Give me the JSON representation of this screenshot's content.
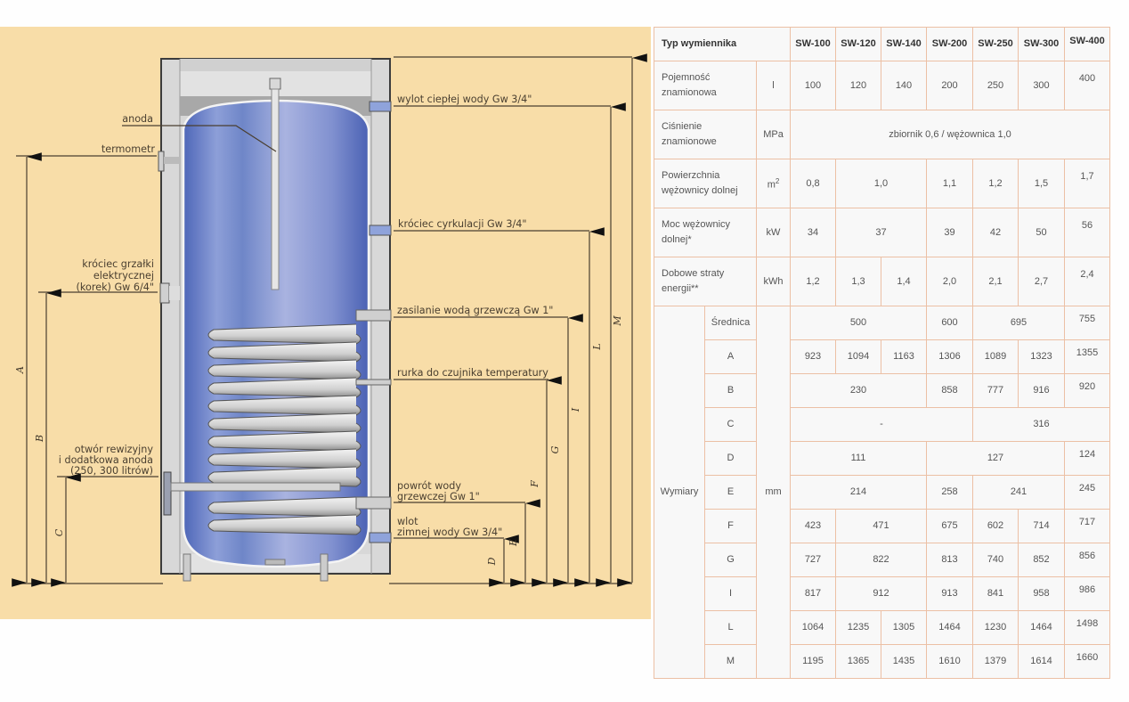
{
  "diagram": {
    "labels": {
      "anoda": "anoda",
      "termometr": "termometr",
      "grzalka_1": "króciec grzałki",
      "grzalka_2": "elektrycznej",
      "grzalka_3": "(korek) Gw 6/4\"",
      "rewizja_1": "otwór rewizyjny",
      "rewizja_2": "i dodatkowa anoda",
      "rewizja_3": "(250, 300 litrów)",
      "wylot": "wylot ciepłej wody Gw 3/4\"",
      "cyrkulacja": "króciec cyrkulacji Gw 3/4\"",
      "zasilanie": "zasilanie wodą grzewczą Gw 1\"",
      "rurka": "rurka do czujnika temperatury",
      "powrot_1": "powrót wody",
      "powrot_2": "grzewczej Gw 1\"",
      "wlot_1": "wlot",
      "wlot_2": "zimnej wody Gw 3/4\""
    },
    "dimensions": {
      "A": "A",
      "B": "B",
      "C": "C",
      "D": "D",
      "E": "E",
      "F": "F",
      "G": "G",
      "I": "I",
      "L": "L",
      "M": "M"
    },
    "colors": {
      "background": "#f8dda8",
      "tank": "#6f86c8",
      "casing": "#d6d6d6",
      "line": "#4a3f30"
    }
  },
  "table": {
    "header": {
      "type_label": "Typ wymiennika",
      "models": [
        "SW-100",
        "SW-120",
        "SW-140",
        "SW-200",
        "SW-250",
        "SW-300",
        "SW-400"
      ]
    },
    "rows": {
      "pojemnosc": {
        "label_1": "Pojemność",
        "label_2": "znamionowa",
        "unit": "l",
        "values": [
          "100",
          "120",
          "140",
          "200",
          "250",
          "300",
          "400"
        ]
      },
      "cisnienie": {
        "label_1": "Ciśnienie",
        "label_2": "znamionowe",
        "unit": "MPa",
        "value": "zbiornik 0,6 / wężownica 1,0"
      },
      "powierzchnia": {
        "label_1": "Powierzchnia",
        "label_2": "wężownicy dolnej",
        "unit_base": "m",
        "unit_sup": "2",
        "values": [
          "0,8",
          "1,0",
          "1,1",
          "1,2",
          "1,5",
          "1,7"
        ]
      },
      "moc": {
        "label_1": "Moc wężownicy",
        "label_2": "dolnej*",
        "unit": "kW",
        "values": [
          "34",
          "37",
          "39",
          "42",
          "50",
          "56"
        ]
      },
      "straty": {
        "label_1": "Dobowe straty",
        "label_2": "energii**",
        "unit": "kWh",
        "values": [
          "1,2",
          "1,3",
          "1,4",
          "2,0",
          "2,1",
          "2,7",
          "2,4"
        ]
      }
    },
    "wymiary": {
      "group_label": "Wymiary",
      "unit": "mm",
      "srednica": {
        "label": "Średnica",
        "values": [
          "500",
          "600",
          "695",
          "755"
        ]
      },
      "A": {
        "label": "A",
        "values": [
          "923",
          "1094",
          "1163",
          "1306",
          "1089",
          "1323",
          "1355"
        ]
      },
      "B": {
        "label": "B",
        "values": [
          "230",
          "858",
          "777",
          "916",
          "920"
        ]
      },
      "C": {
        "label": "C",
        "values": [
          "-",
          "316"
        ]
      },
      "D": {
        "label": "D",
        "values": [
          "111",
          "127",
          "124"
        ]
      },
      "E": {
        "label": "E",
        "values": [
          "214",
          "258",
          "241",
          "245"
        ]
      },
      "F": {
        "label": "F",
        "values": [
          "423",
          "471",
          "675",
          "602",
          "714",
          "717"
        ]
      },
      "G": {
        "label": "G",
        "values": [
          "727",
          "822",
          "813",
          "740",
          "852",
          "856"
        ]
      },
      "I": {
        "label": "I",
        "values": [
          "817",
          "912",
          "913",
          "841",
          "958",
          "986"
        ]
      },
      "L": {
        "label": "L",
        "values": [
          "1064",
          "1235",
          "1305",
          "1464",
          "1230",
          "1464",
          "1498"
        ]
      },
      "M": {
        "label": "M",
        "values": [
          "1195",
          "1365",
          "1435",
          "1610",
          "1379",
          "1614",
          "1660"
        ]
      }
    },
    "colors": {
      "border": "#ecc0a5",
      "cell_bg": "#f8f8f8",
      "text": "#555555"
    }
  }
}
